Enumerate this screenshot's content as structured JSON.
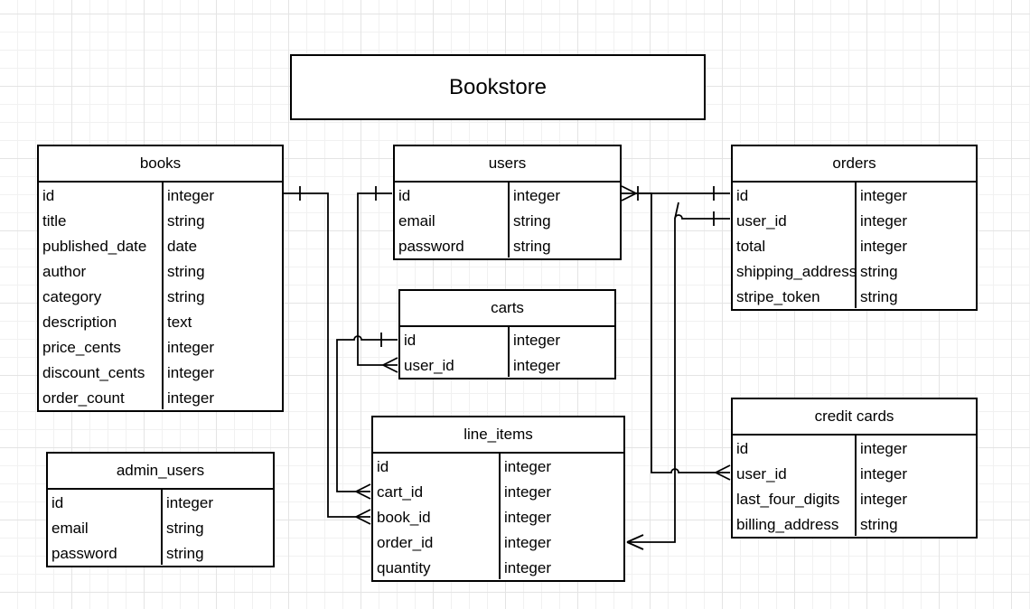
{
  "title": "Bookstore",
  "entities": {
    "books": {
      "name": "books",
      "columns": [
        {
          "name": "id",
          "type": "integer"
        },
        {
          "name": "title",
          "type": "string"
        },
        {
          "name": "published_date",
          "type": "date"
        },
        {
          "name": "author",
          "type": "string"
        },
        {
          "name": "category",
          "type": "string"
        },
        {
          "name": "description",
          "type": "text"
        },
        {
          "name": "price_cents",
          "type": "integer"
        },
        {
          "name": "discount_cents",
          "type": "integer"
        },
        {
          "name": "order_count",
          "type": "integer"
        }
      ]
    },
    "users": {
      "name": "users",
      "columns": [
        {
          "name": "id",
          "type": "integer"
        },
        {
          "name": "email",
          "type": "string"
        },
        {
          "name": "password",
          "type": "string"
        }
      ]
    },
    "orders": {
      "name": "orders",
      "columns": [
        {
          "name": "id",
          "type": "integer"
        },
        {
          "name": "user_id",
          "type": "integer"
        },
        {
          "name": "total",
          "type": "integer"
        },
        {
          "name": "shipping_address",
          "type": "string"
        },
        {
          "name": "stripe_token",
          "type": "string"
        }
      ]
    },
    "carts": {
      "name": "carts",
      "columns": [
        {
          "name": "id",
          "type": "integer"
        },
        {
          "name": "user_id",
          "type": "integer"
        }
      ]
    },
    "line_items": {
      "name": "line_items",
      "columns": [
        {
          "name": "id",
          "type": "integer"
        },
        {
          "name": "cart_id",
          "type": "integer"
        },
        {
          "name": "book_id",
          "type": "integer"
        },
        {
          "name": "order_id",
          "type": "integer"
        },
        {
          "name": "quantity",
          "type": "integer"
        }
      ]
    },
    "credit_cards": {
      "name": "credit cards",
      "columns": [
        {
          "name": "id",
          "type": "integer"
        },
        {
          "name": "user_id",
          "type": "integer"
        },
        {
          "name": "last_four_digits",
          "type": "integer"
        },
        {
          "name": "billing_address",
          "type": "string"
        }
      ]
    },
    "admin_users": {
      "name": "admin_users",
      "columns": [
        {
          "name": "id",
          "type": "integer"
        },
        {
          "name": "email",
          "type": "string"
        },
        {
          "name": "password",
          "type": "string"
        }
      ]
    }
  }
}
